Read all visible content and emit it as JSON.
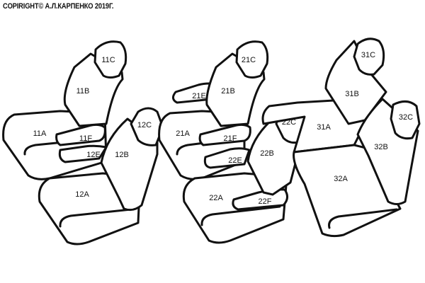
{
  "copyright": "COPIRIGHT© А.Л.КАРПЕНКО 2019Г.",
  "labels": {
    "s11C": "11C",
    "s11B": "11B",
    "s11A": "11A",
    "s11F": "11F",
    "s12E": "12E",
    "s12B": "12B",
    "s12C": "12C",
    "s12A": "12A",
    "s21C": "21C",
    "s21B": "21B",
    "s21E": "21E",
    "s21A": "21A",
    "s21F": "21F",
    "s22E": "22E",
    "s22C": "22C",
    "s22B": "22B",
    "s22A": "22A",
    "s22F": "22F",
    "s31C": "31C",
    "s31B": "31B",
    "s31A": "31A",
    "s32C": "32C",
    "s32B": "32B",
    "s32A": "32A"
  }
}
